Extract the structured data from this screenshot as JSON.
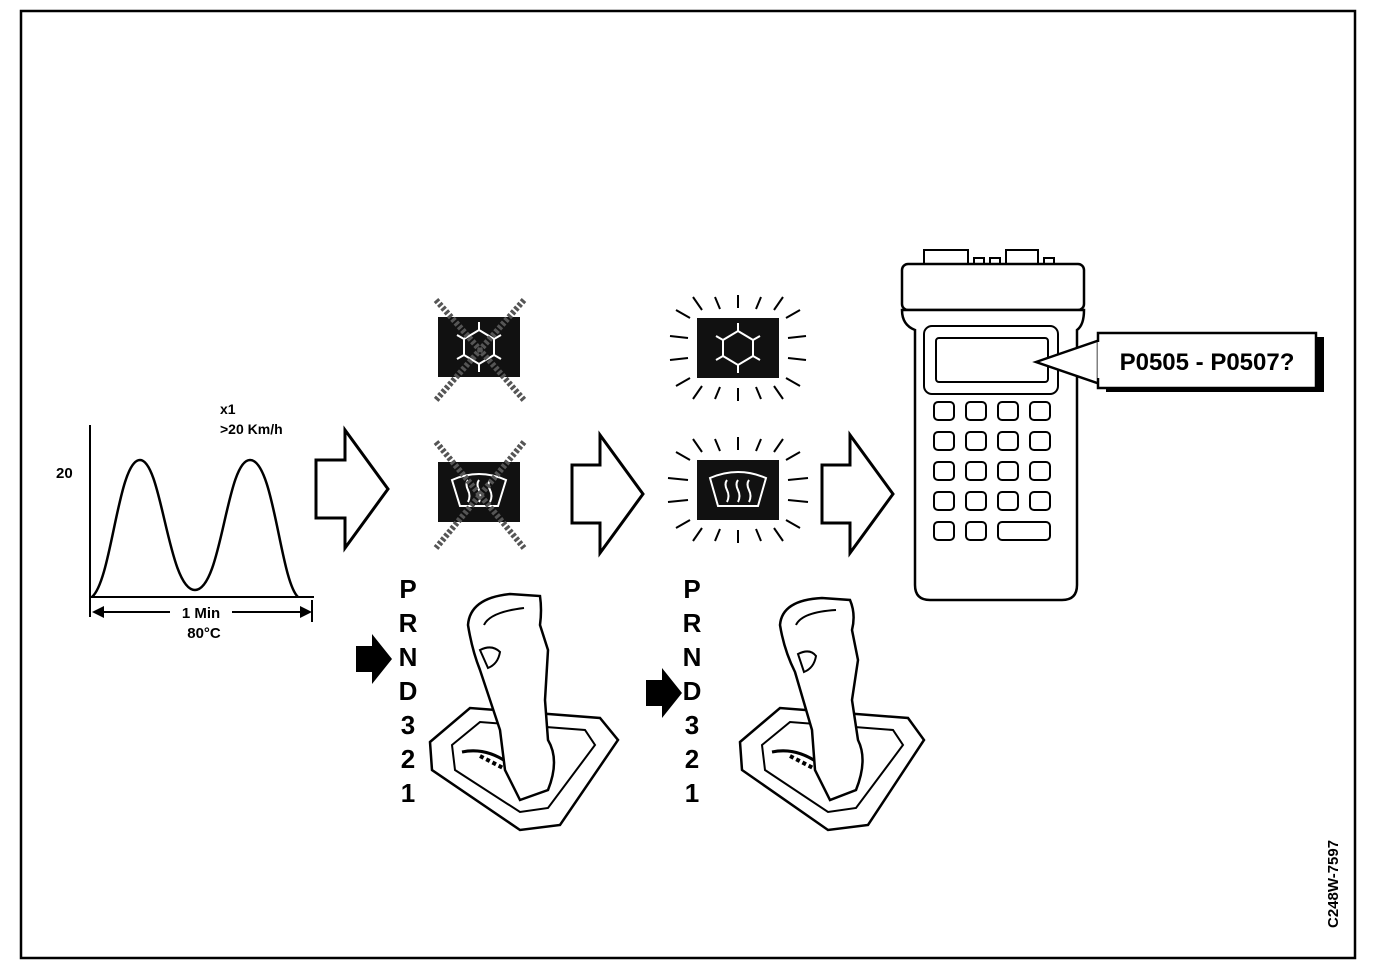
{
  "graph": {
    "multiplier_label": "x1",
    "speed_label": ">20 Km/h",
    "y_label": "20",
    "duration_label": "1 Min",
    "temperature_label": "80°C"
  },
  "dtc_display": "P0505 - P0507?",
  "gear_positions": [
    "P",
    "R",
    "N",
    "D",
    "3",
    "2",
    "1"
  ],
  "step1_selected_gear": "N",
  "step2_selected_gear": "D",
  "figure_id": "C248W-7597",
  "colors": {
    "ink": "#000000",
    "paper": "#ffffff"
  }
}
